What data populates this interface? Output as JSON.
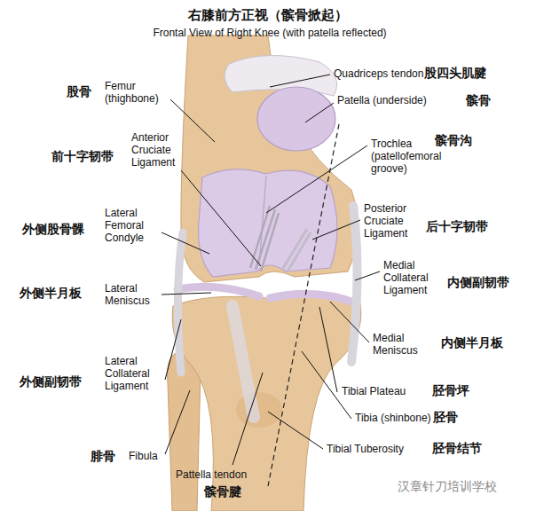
{
  "diagram": {
    "title": "右膝前方正视（髌骨掀起）",
    "labels": [
      "Frontal View of Right Knee (with patella reflected)",
      "股骨",
      "Femur (thighbone)",
      "前十字韧带",
      "Anterior Cruciate Ligament",
      "外侧股骨髁",
      "Lateral Femoral Condyle",
      "外侧半月板",
      "Lateral Meniscus",
      "外侧副韧带",
      "Lateral Collateral Ligament",
      "腓骨",
      "Fibula",
      "Pattella tendon",
      "髌骨腱",
      "Quadriceps tendon",
      "股四头肌腱",
      "Patella (underside)",
      "髌骨",
      "Trochlea (patellofemoral groove)",
      "髌骨沟",
      "Posterior Cruciate Ligament",
      "后十字韧带",
      "Medial Collateral Ligament",
      "内侧副韧带",
      "Medial Meniscus",
      "内侧半月板",
      "Tibial Plateau",
      "胫骨坪",
      "Tibia (shinbone)",
      "胫骨",
      "Tibial Tuberosity",
      "胫骨结节",
      "汉章针刀培训学校"
    ]
  }
}
